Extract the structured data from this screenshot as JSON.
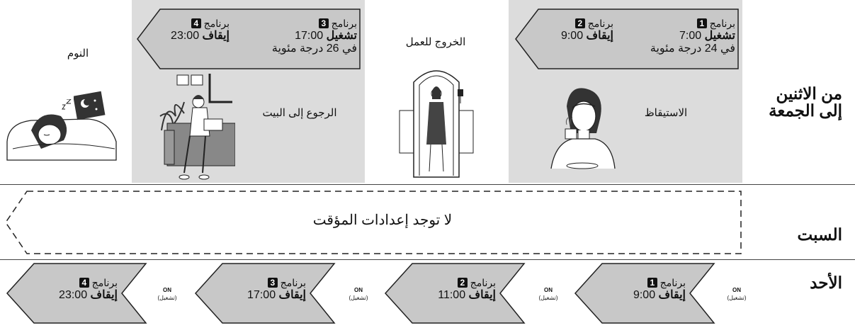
{
  "rows": {
    "weekday": "من الاثنين\nإلى الجمعة",
    "saturday": "السبت",
    "sunday": "الأحد"
  },
  "activities": {
    "wake": "الاستيقاظ",
    "leave": "الخروج للعمل",
    "home": "الرجوع إلى البيت",
    "sleep": "النوم"
  },
  "program_label": "برنامج",
  "weekday_programs": [
    {
      "num": "1",
      "on_time": "7:00",
      "on_word": "تشغيل",
      "temp": "في 24 درجة مئوية",
      "off_time": "9:00",
      "off_word": "إيقاف",
      "num2": "2"
    },
    {
      "num": "3",
      "on_time": "17:00",
      "on_word": "تشغيل",
      "temp": "في 26 درجة مئوية",
      "off_time": "23:00",
      "off_word": "إيقاف",
      "num2": "4"
    }
  ],
  "saturday_note": "لا توجد إعدادات المؤقت",
  "sunday_programs": [
    {
      "num": "1",
      "time": "9:00",
      "word": "إيقاف"
    },
    {
      "num": "2",
      "time": "11:00",
      "word": "إيقاف"
    },
    {
      "num": "3",
      "time": "17:00",
      "word": "إيقاف"
    },
    {
      "num": "4",
      "time": "23:00",
      "word": "إيقاف"
    }
  ],
  "on_label": {
    "en": "ON",
    "ar": "(تشغيل)"
  }
}
